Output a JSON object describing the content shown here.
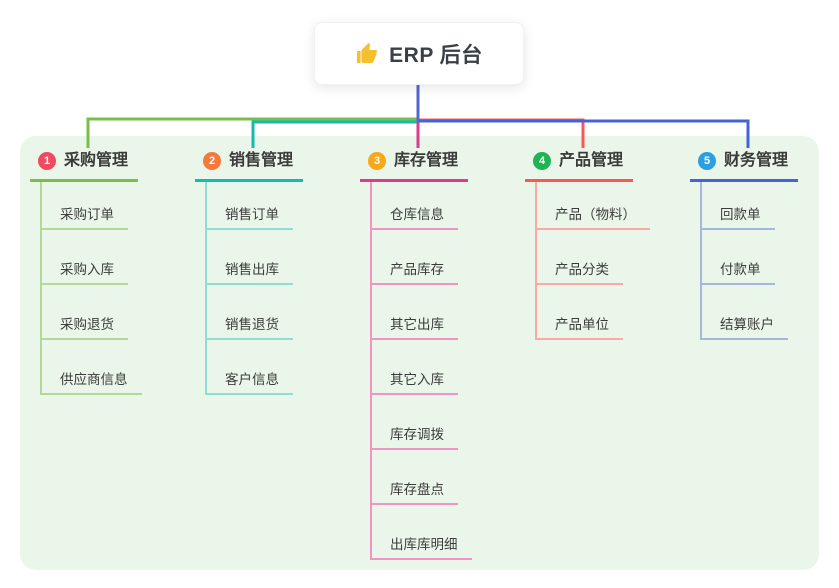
{
  "root": {
    "title": "ERP 后台",
    "icon": "thumbs-up-icon",
    "icon_color": "#f5c02e"
  },
  "panel_bg": "#e9f6e9",
  "root_connector_color": "#5367d2",
  "branches": [
    {
      "index": "1",
      "label": "采购管理",
      "badge_color": "#ef4a60",
      "accent": "#7abd4a",
      "light": "#b4d898",
      "children": [
        "采购订单",
        "采购入库",
        "采购退货",
        "供应商信息"
      ]
    },
    {
      "index": "2",
      "label": "销售管理",
      "badge_color": "#f5793b",
      "accent": "#14bcae",
      "light": "#93dcd4",
      "children": [
        "销售订单",
        "销售出库",
        "销售退货",
        "客户信息"
      ]
    },
    {
      "index": "3",
      "label": "库存管理",
      "badge_color": "#f9a818",
      "accent": "#e03a8f",
      "light": "#f095c3",
      "children": [
        "仓库信息",
        "产品库存",
        "其它出库",
        "其它入库",
        "库存调拨",
        "库存盘点",
        "出库库明细"
      ]
    },
    {
      "index": "4",
      "label": "产品管理",
      "badge_color": "#20b356",
      "accent": "#fa5857",
      "light": "#f9aaa5",
      "children": [
        "产品（物料）",
        "产品分类",
        "产品单位"
      ]
    },
    {
      "index": "5",
      "label": "财务管理",
      "badge_color": "#2d9fe0",
      "accent": "#4464d6",
      "light": "#a5b7df",
      "children": [
        "回款单",
        "付款单",
        "结算账户"
      ]
    }
  ]
}
